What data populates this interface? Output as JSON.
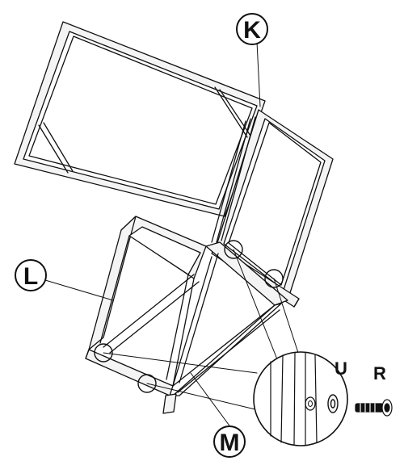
{
  "callouts": {
    "k": "K",
    "l": "L",
    "m": "M"
  },
  "parts": {
    "u": "U",
    "r": "R"
  },
  "colors": {
    "ink": "#111111",
    "paper": "#ffffff",
    "tube_fill": "#f4f4f4"
  }
}
